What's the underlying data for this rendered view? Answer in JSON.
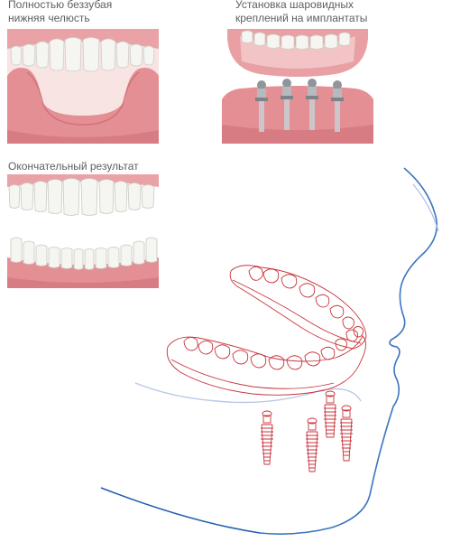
{
  "captions": {
    "edentulous": "Полностью беззубая\nнижняя челюсть",
    "ball_attachments": "Установка шаровидных\nкреплений на имплантаты",
    "final_result": "Окончательный результат"
  },
  "colors": {
    "gum": "#e7979b",
    "gum_dark": "#c8686e",
    "tooth": "#f4f4f0",
    "metal": "#a9aeb3",
    "sketch_red": "#c8333c",
    "profile_blue": "#1f5fae",
    "profile_light": "#a9bfe0"
  }
}
